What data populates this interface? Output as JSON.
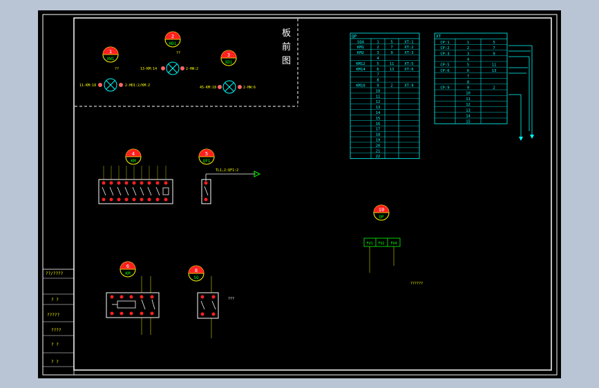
{
  "colors": {
    "bg": "#b9c4d4",
    "sheet": "#000000",
    "frame": "#ffffff",
    "yellow": "#ffff00",
    "red": "#ff2020",
    "green": "#00ff00",
    "cyan": "#00ffff",
    "lamp_red": "#ff6666"
  },
  "panel_title": "板前图",
  "panel_title_chars": [
    "板",
    "前",
    "图"
  ],
  "bubbles": {
    "xw1": {
      "num": "1",
      "code": "XW1"
    },
    "hd1": {
      "num": "2",
      "code": "HD1"
    },
    "xd1": {
      "num": "3",
      "code": "XD1"
    },
    "km": {
      "num": "4",
      "code": "KM"
    },
    "qf1": {
      "num": "5",
      "code": "QF1"
    },
    "km2": {
      "num": "6",
      "code": "KM"
    },
    "sq": {
      "num": "8",
      "code": "SQ"
    },
    "qp": {
      "num": "10",
      "code": "QP"
    }
  },
  "lamps": {
    "xw1_left": "11-KM:18",
    "xw1_right": "2-HD1:2/KM:2",
    "xw1_top": "??",
    "hd1_left": "13-KM:14",
    "hd1_right": "2-HW:2",
    "hd1_top": "??",
    "xd1_left": "45-KM:18",
    "xd1_right": "2-HW:6"
  },
  "qf1_label": "TL1,2:QF1:2",
  "qf_terminals": [
    "FU1",
    "FU2",
    "FU4"
  ],
  "qf_note": "??????",
  "sq_note": "???",
  "qp_table": {
    "header": "QP",
    "rows": [
      [
        "SQ4",
        "1",
        "5",
        "XT:1"
      ],
      [
        "KM1",
        "2",
        "7",
        "XT:2"
      ],
      [
        "KM2",
        "3",
        "9",
        "XT:3"
      ],
      [
        "",
        "4",
        "",
        ""
      ],
      [
        "KM12",
        "5",
        "11",
        "XT:5"
      ],
      [
        "KM14",
        "6",
        "13",
        "XT:6"
      ],
      [
        "",
        "7",
        "",
        ""
      ],
      [
        "",
        "8",
        "",
        ""
      ],
      [
        "KM10",
        "9",
        "2",
        "XT:9"
      ],
      [
        "",
        "10",
        "",
        ""
      ],
      [
        "",
        "11",
        "",
        ""
      ],
      [
        "",
        "12",
        "",
        ""
      ],
      [
        "",
        "13",
        "",
        ""
      ],
      [
        "",
        "14",
        "",
        ""
      ],
      [
        "",
        "15",
        "",
        ""
      ],
      [
        "",
        "16",
        "",
        ""
      ],
      [
        "",
        "17",
        "",
        ""
      ],
      [
        "",
        "18",
        "",
        ""
      ],
      [
        "",
        "19",
        "",
        ""
      ],
      [
        "",
        "20",
        "",
        ""
      ],
      [
        "",
        "21",
        "",
        ""
      ],
      [
        "",
        "22",
        "",
        ""
      ]
    ]
  },
  "xt_table": {
    "header": "XT",
    "rows": [
      [
        "CP:1",
        "1",
        "5"
      ],
      [
        "CP:2",
        "2",
        "7"
      ],
      [
        "CP:3",
        "3",
        "9"
      ],
      [
        "",
        "4",
        ""
      ],
      [
        "CP:5",
        "5",
        "11"
      ],
      [
        "CP:6",
        "6",
        "13"
      ],
      [
        "",
        "7",
        ""
      ],
      [
        "",
        "8",
        ""
      ],
      [
        "CP:9",
        "9",
        "2"
      ],
      [
        "",
        "10",
        ""
      ],
      [
        "",
        "11",
        ""
      ],
      [
        "",
        "12",
        ""
      ],
      [
        "",
        "13",
        ""
      ],
      [
        "",
        "14",
        ""
      ],
      [
        "",
        "15",
        ""
      ]
    ]
  },
  "title_block": [
    "??/????",
    "?    ?",
    "?????",
    "????",
    "?    ?",
    "?    ?"
  ]
}
